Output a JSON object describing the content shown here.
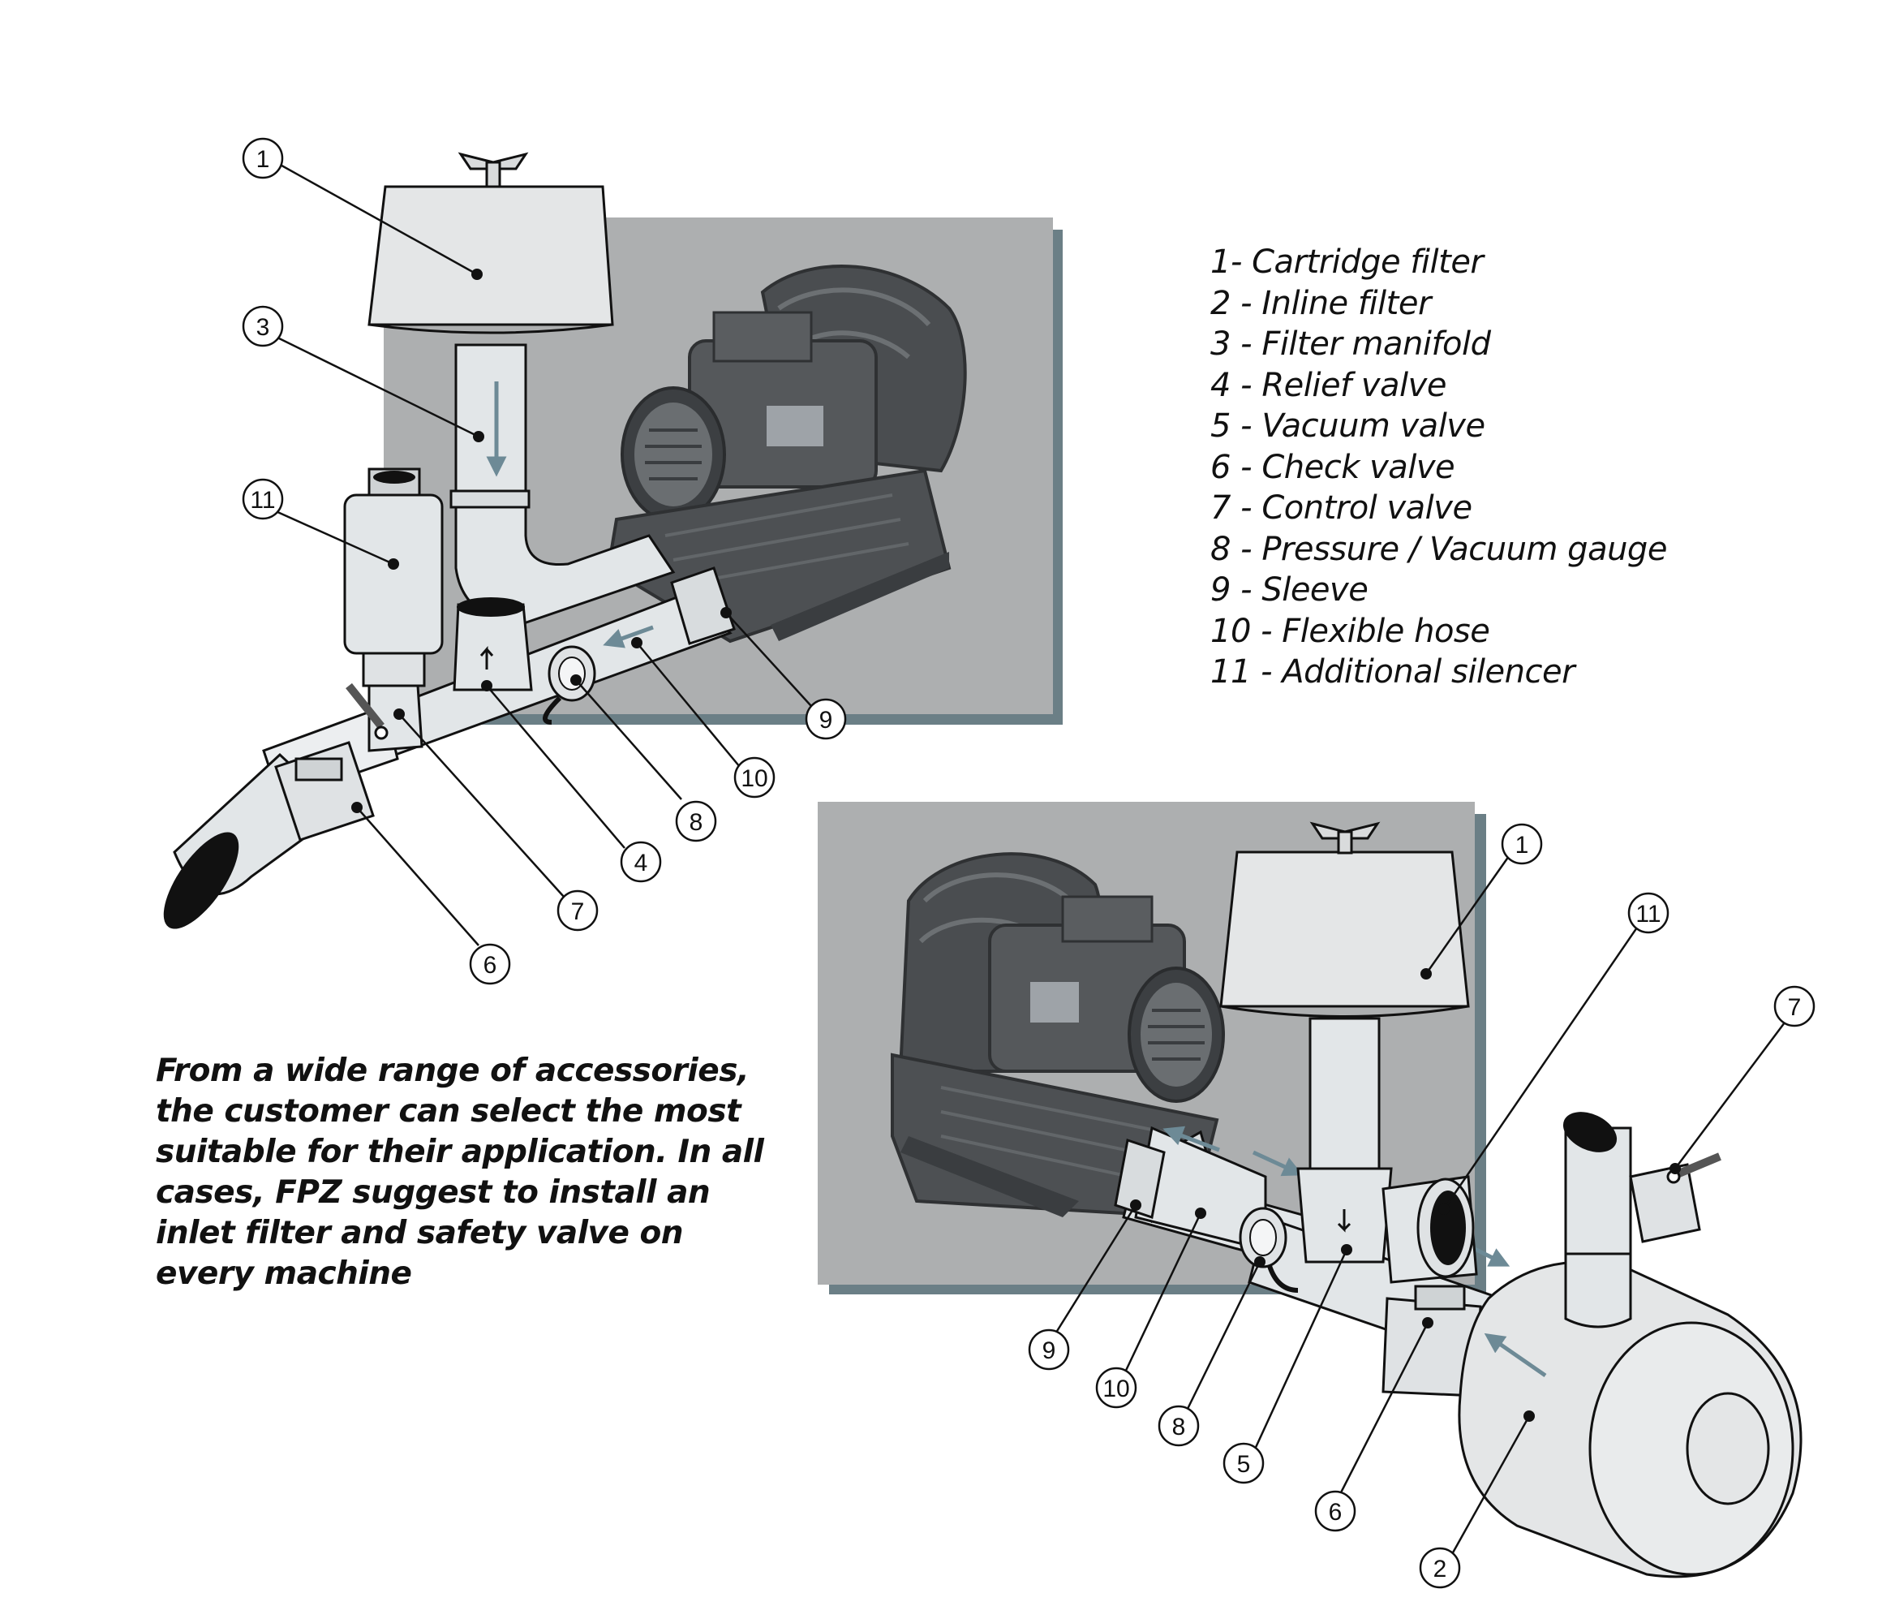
{
  "legend": [
    "1- Cartridge filter",
    "2 - Inline filter",
    "3 - Filter manifold",
    "4 - Relief valve",
    "5 - Vacuum valve",
    "6 - Check valve",
    "7 - Control valve",
    "8 - Pressure / Vacuum gauge",
    "9 - Sleeve",
    "10 - Flexible hose",
    "11 - Additional silencer"
  ],
  "caption": "From a wide range of accessories, the customer can select the most suitable for their application. In all cases, FPZ suggest to install an inlet filter and safety valve on every machine",
  "callouts_top": [
    "1",
    "3",
    "11",
    "9",
    "10",
    "8",
    "4",
    "7",
    "6"
  ],
  "callouts_bottom": [
    "1",
    "11",
    "7",
    "9",
    "10",
    "8",
    "5",
    "6",
    "2"
  ],
  "colors": {
    "panel": "#adafb0",
    "panel_shadow": "#6b7f86",
    "pipe": "#e2e6e8",
    "machine": "#4a4d50",
    "arrow": "#6d8a96"
  }
}
